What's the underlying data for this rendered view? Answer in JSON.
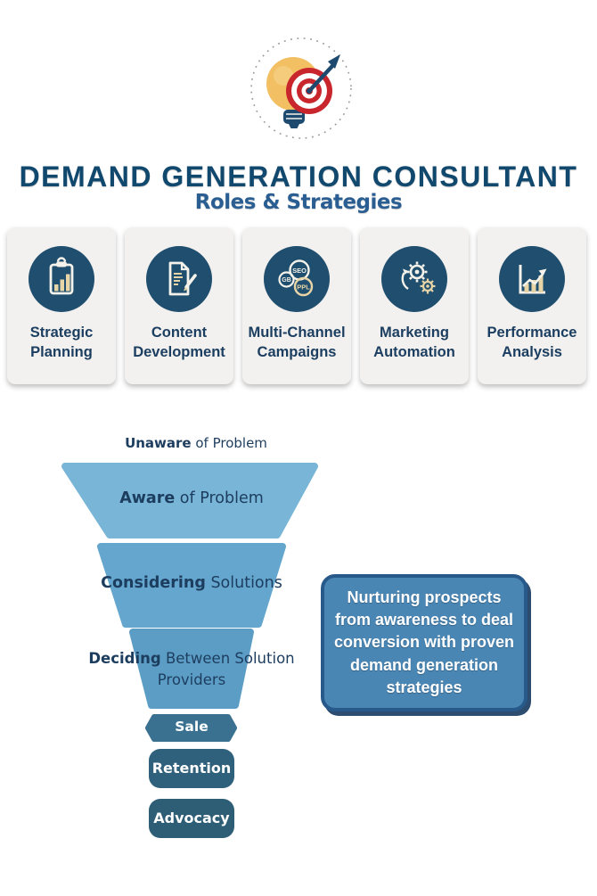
{
  "title": {
    "text": "DEMAND GENERATION CONSULTANT",
    "color": "#11486e"
  },
  "subtitle": {
    "text": "Roles & Strategies",
    "color": "#2a5e92"
  },
  "logo": {
    "bulb_color": "#f2bf63",
    "bulb_highlight": "#f6d087",
    "target_red": "#c8252c",
    "target_white": "#ffffff",
    "dart_color": "#1d4a6e",
    "ring_color": "#999999"
  },
  "roles": {
    "card_bg": "#f2f1ef",
    "icon_circle_color": "#1f4e6e",
    "icon_light": "#f4f2ea",
    "icon_cream": "#e7d5a8",
    "label_color": "#1c3e60",
    "items": [
      {
        "label": "Strategic Planning",
        "icon": "clipboard-chart-icon"
      },
      {
        "label": "Content Development",
        "icon": "document-pencil-icon"
      },
      {
        "label": "Multi-Channel Campaigns",
        "icon": "multi-channel-circles-icon",
        "channels": [
          "SEO",
          "GB",
          "PPL"
        ]
      },
      {
        "label": "Marketing Automation",
        "icon": "gears-automation-icon"
      },
      {
        "label": "Performance Analysis",
        "icon": "growth-chart-icon"
      }
    ]
  },
  "funnel": {
    "text_color": "#1d3d5f",
    "top_label": {
      "bold": "Unaware",
      "rest": " of Problem"
    },
    "stages": [
      {
        "bold": "Aware",
        "rest": " of Problem",
        "fill": "#78b5d7"
      },
      {
        "bold": "Considering",
        "rest": " Solutions",
        "fill": "#64a6cd"
      },
      {
        "bold": "Deciding",
        "rest": " Between Solution Providers",
        "fill": "#5c9dc6"
      },
      {
        "label": "Sale",
        "fill": "#3a7190",
        "text_color": "#ffffff"
      },
      {
        "label": "Retention",
        "fill": "#30617c",
        "text_color": "#ffffff"
      },
      {
        "label": "Advocacy",
        "fill": "#2e5d76",
        "text_color": "#ffffff"
      }
    ]
  },
  "callout": {
    "text": "Nurturing prospects from awareness to deal conversion with proven demand generation strategies",
    "fill": "#4a86b4",
    "border_color": "#27598a",
    "text_color": "#ffffff"
  }
}
